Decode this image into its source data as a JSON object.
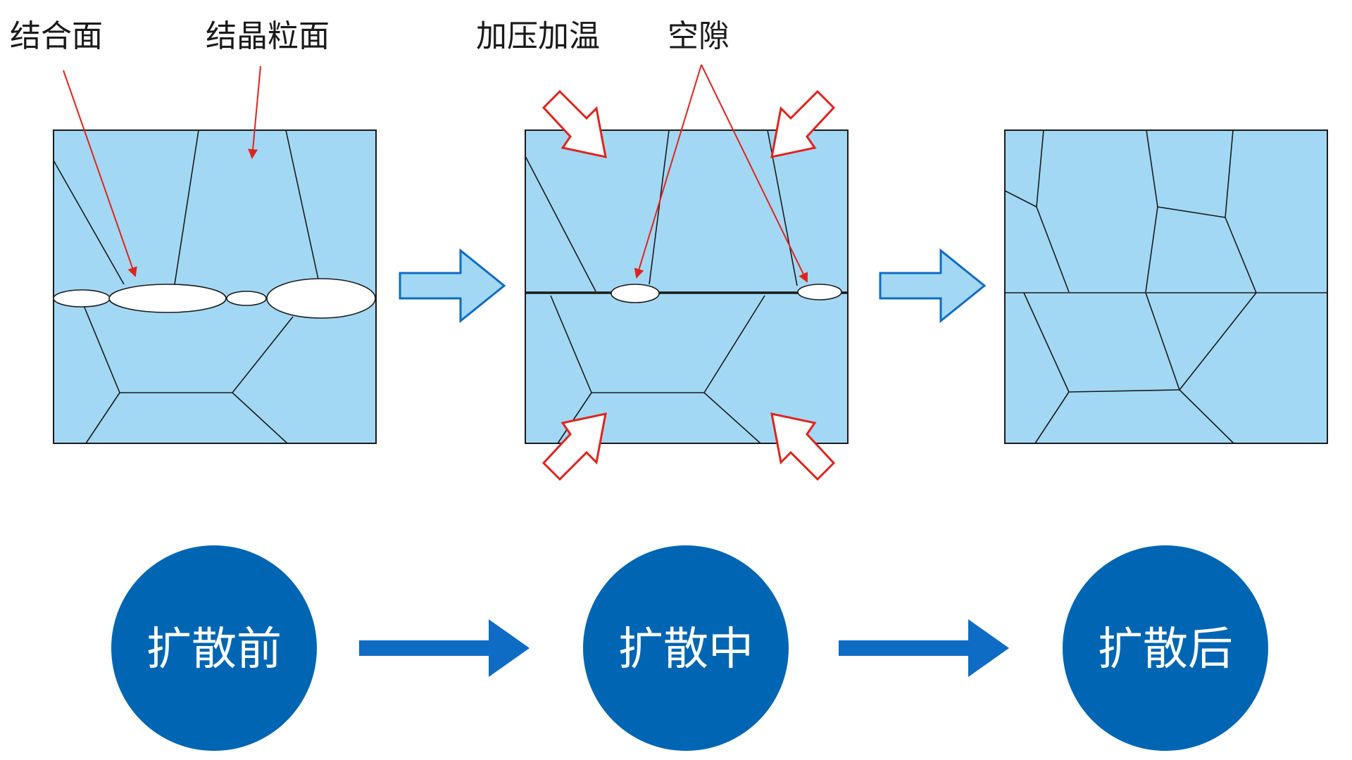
{
  "labels": {
    "bonding_surface": "结合面",
    "grain_boundary": "结晶粒面",
    "pressure_heat": "加压加温",
    "void": "空隙"
  },
  "stages": {
    "before": "扩散前",
    "during": "扩散中",
    "after": "扩散后"
  },
  "colors": {
    "grain_fill": "#a3d8f4",
    "line": "#1a1a1a",
    "annotation_red": "#e2231a",
    "stage_blue": "#0066b3",
    "arrow_blue": "#0e6cc4"
  }
}
